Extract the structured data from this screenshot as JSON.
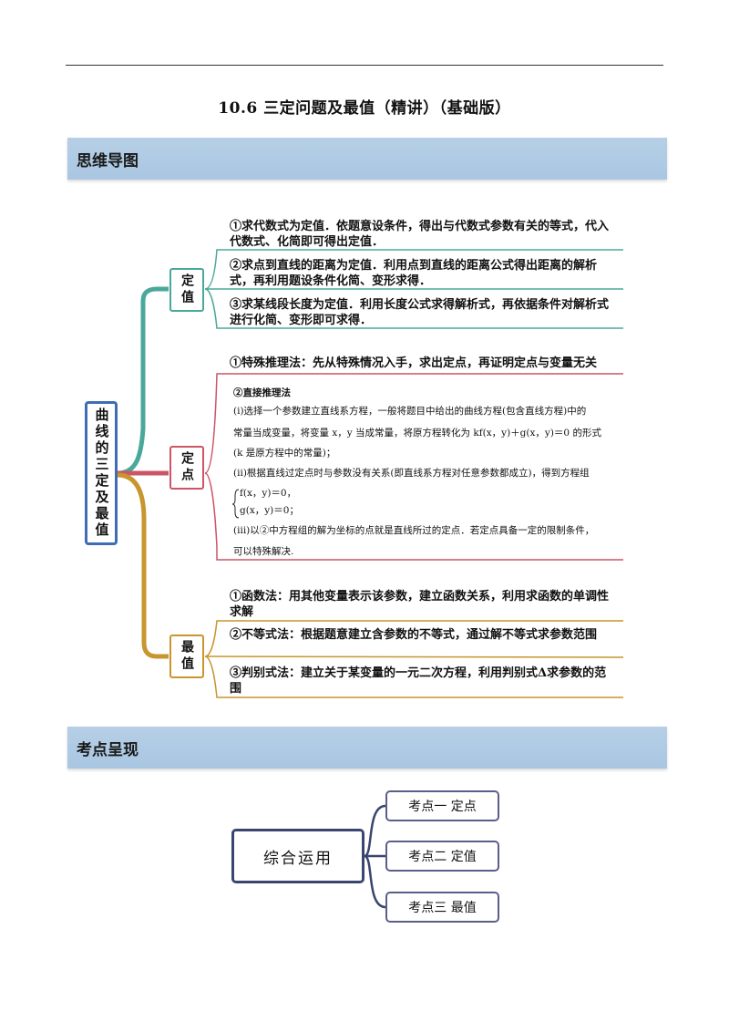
{
  "header": {
    "title": "10.6  三定问题及最值（精讲）（基础版）"
  },
  "sections": {
    "mindmap": "思维导图",
    "exam_points": "考点呈现"
  },
  "mindmap": {
    "root": "曲线的三定及最值",
    "branches": [
      {
        "label": "定值",
        "color": "#4aa89a",
        "leaves": [
          "①求代数式为定值．依题意设条件，得出与代数式参数有关的等式，代入代数式、化简即可得出定值．",
          "②求点到直线的距离为定值．利用点到直线的距离公式得出距离的解析式，再利用题设条件化简、变形求得．",
          "③求某线段长度为定值．利用长度公式求得解析式，再依据条件对解析式进行化简、变形即可求得．"
        ]
      },
      {
        "label": "定点",
        "color": "#cc5566",
        "leaves": [
          "①特殊推理法：先从特殊情况入手，求出定点，再证明定点与变量无关",
          "②直接推理法"
        ],
        "detail_lines": [
          "(i)选择一个参数建立直线系方程，一般将题目中给出的曲线方程(包含直线方程)中的",
          "常量当成变量，将变量 x，y 当成常量，将原方程转化为 kf(x，y)＋g(x，y)＝0 的形式",
          "(k 是原方程中的常量)；",
          "(ii)根据直线过定点时与参数没有关系(即直线系方程对任意参数都成立)，得到方程组",
          "f(x，y)＝0，",
          "g(x，y)＝0；",
          "(iii)以②中方程组的解为坐标的点就是直线所过的定点．若定点具备一定的限制条件，",
          "可以特殊解决."
        ]
      },
      {
        "label": "最值",
        "color": "#c8962e",
        "leaves": [
          "①函数法：用其他变量表示该参数，建立函数关系，利用求函数的单调性求解",
          "②不等式法：根据题意建立含参数的不等式，通过解不等式求参数范围",
          "③判别式法：建立关于某变量的一元二次方程，利用判别式Δ求参数的范围"
        ]
      }
    ]
  },
  "exam_points": {
    "root": "综合运用",
    "items": [
      "考点一  定点",
      "考点二  定值",
      "考点三  最值"
    ]
  }
}
